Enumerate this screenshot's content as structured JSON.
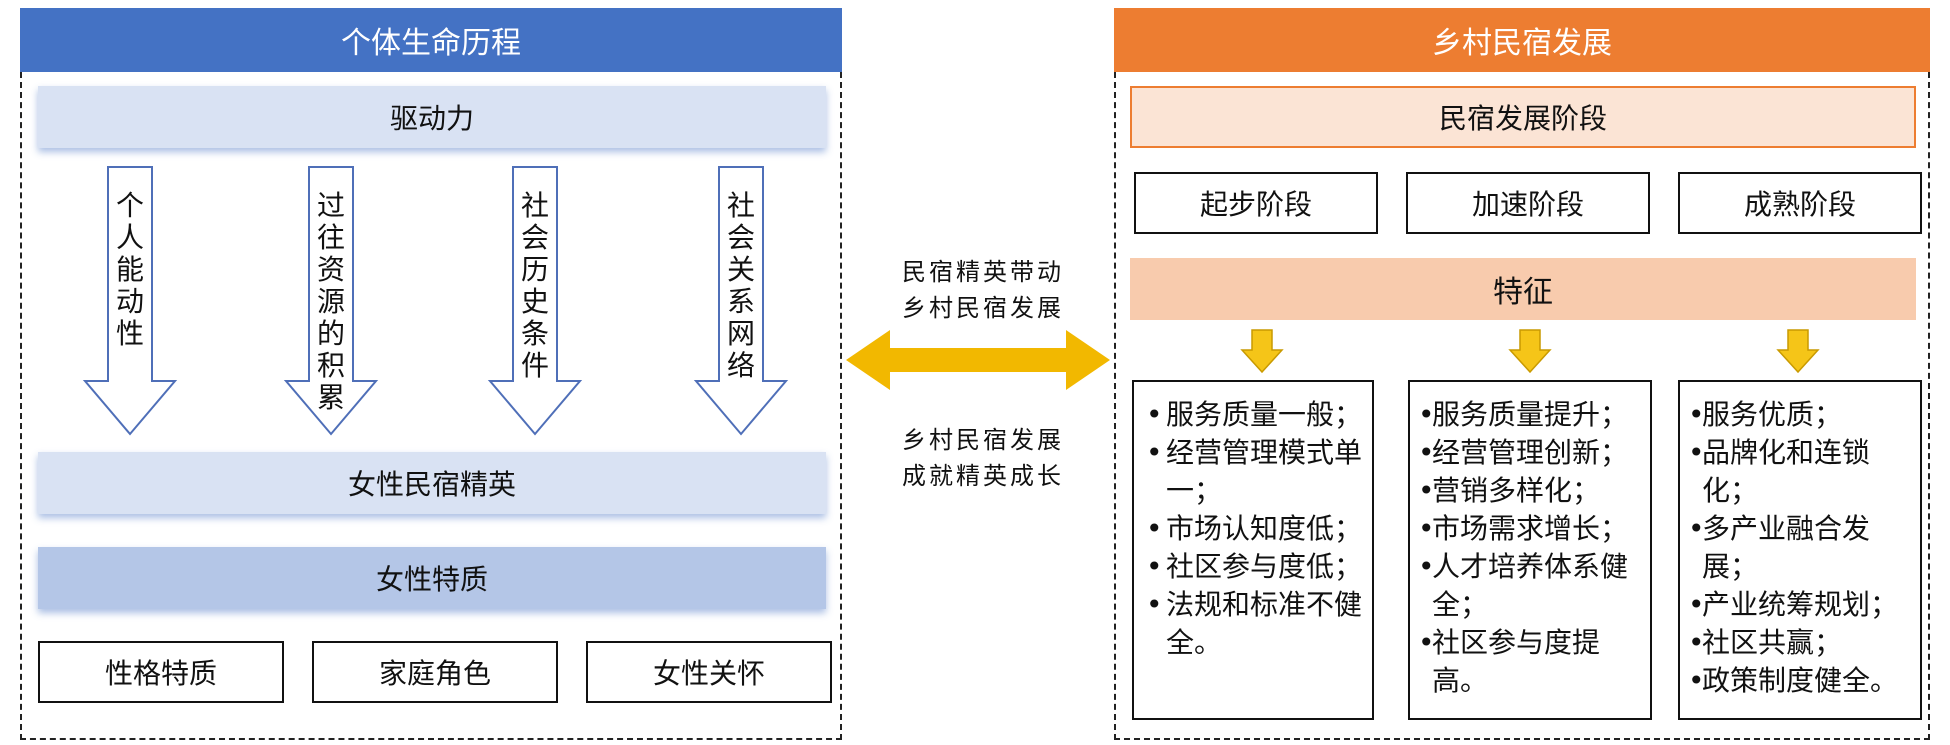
{
  "left": {
    "title": "个体生命历程",
    "drive_label": "驱动力",
    "drivers": [
      "个人能动性",
      "过往资源的积累",
      "社会历史条件",
      "社会关系网络"
    ],
    "elite_label": "女性民宿精英",
    "trait_label": "女性特质",
    "traits": [
      "性格特质",
      "家庭角色",
      "女性关怀"
    ]
  },
  "middle": {
    "top_lines": [
      "民宿精英带动",
      "乡村民宿发展"
    ],
    "bottom_lines": [
      "乡村民宿发展",
      "成就精英成长"
    ]
  },
  "right": {
    "title": "乡村民宿发展",
    "stage_label": "民宿发展阶段",
    "stages": [
      "起步阶段",
      "加速阶段",
      "成熟阶段"
    ],
    "feature_label": "特征",
    "features": [
      [
        "服务质量一般；",
        "经营管理模式单一；",
        "市场认知度低；",
        "社区参与度低；",
        "法规和标准不健全。"
      ],
      [
        "服务质量提升；",
        "经营管理创新；",
        "营销多样化；",
        "市场需求增长；",
        "人才培养体系健全；",
        "社区参与度提高。"
      ],
      [
        "服务优质；",
        "品牌化和连锁化；",
        "多产业融合发展；",
        "产业统筹规划；",
        "社区共赢；",
        "政策制度健全。"
      ]
    ]
  },
  "colors": {
    "left_header": "#4472c4",
    "right_header": "#ed7d31",
    "double_arrow": "#f2b800",
    "down_arrow": "#f5c518"
  }
}
